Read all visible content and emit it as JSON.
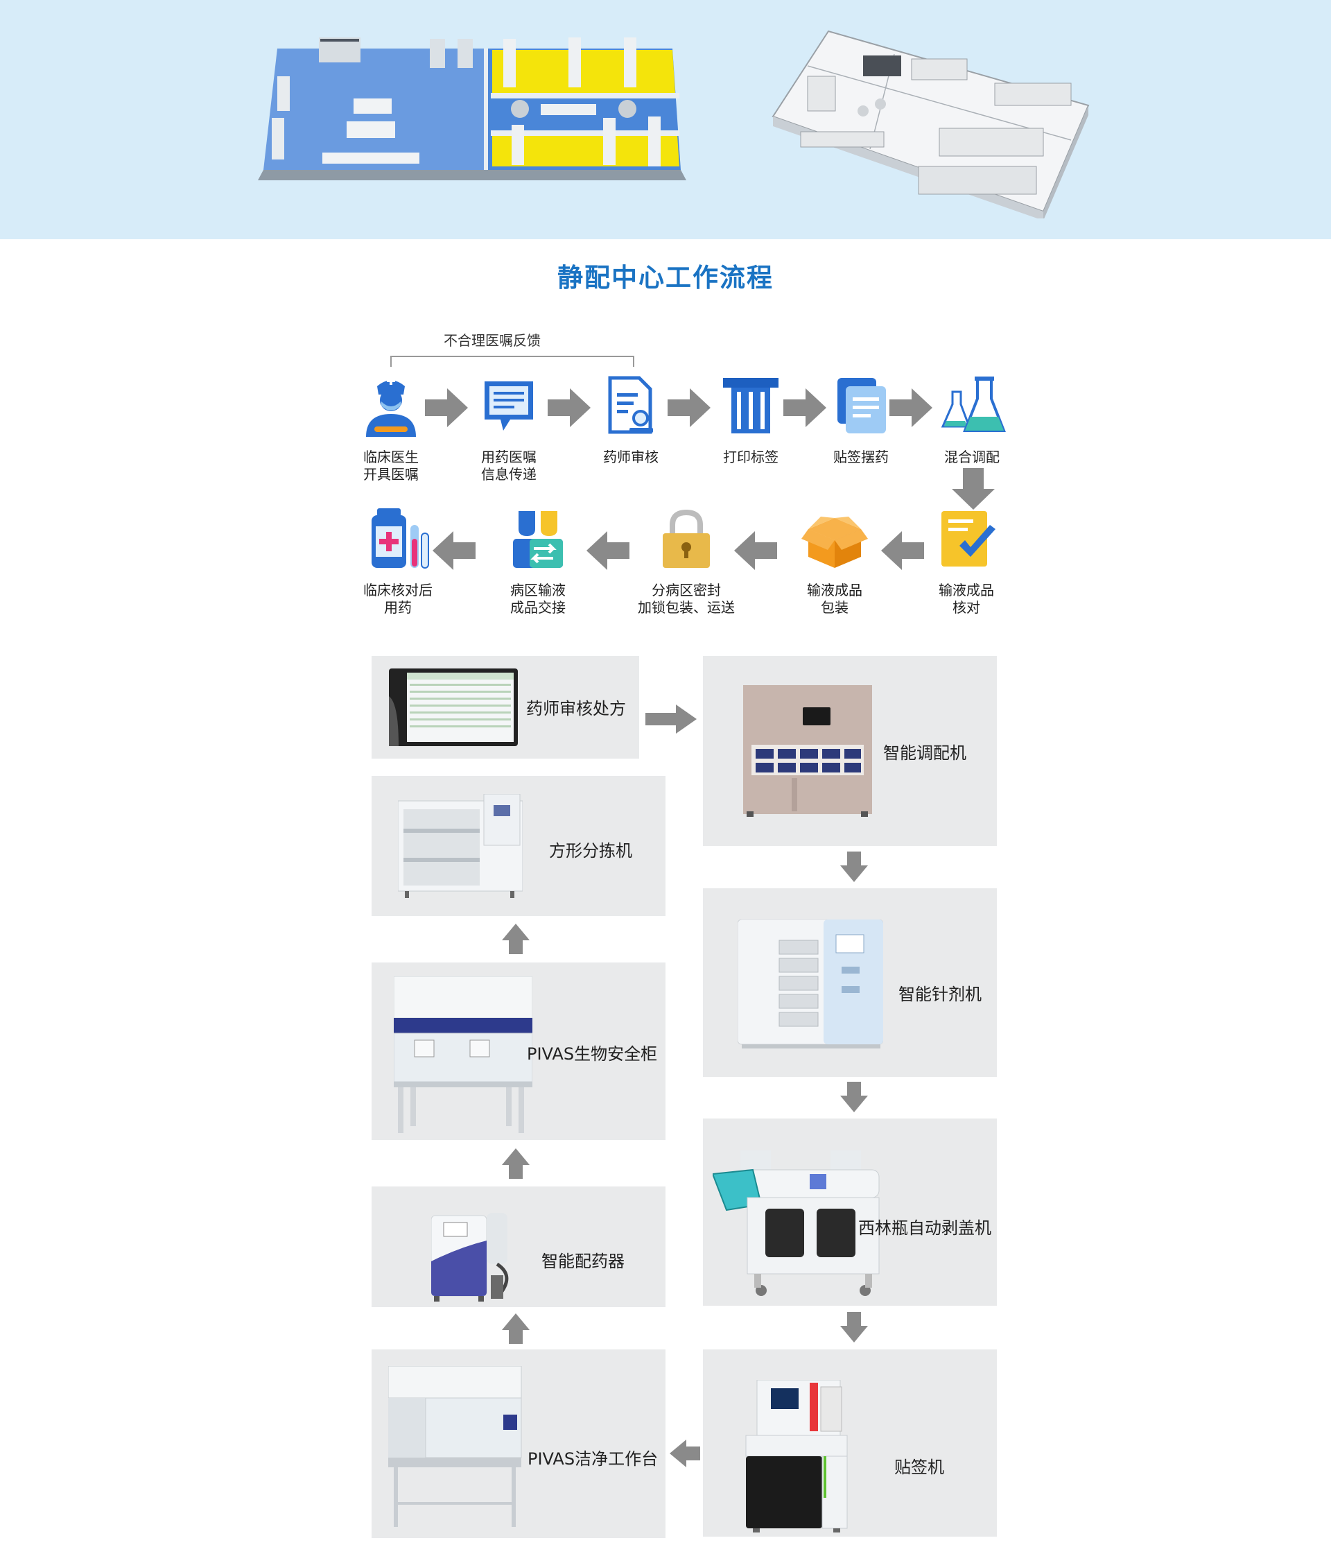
{
  "section_title": "静配中心工作流程",
  "feedback_label": "不合理医嘱反馈",
  "flow_steps": [
    {
      "lines": [
        "临床医生",
        "开具医嘱"
      ]
    },
    {
      "lines": [
        "用药医嘱",
        "信息传递"
      ]
    },
    {
      "lines": [
        "药师审核"
      ]
    },
    {
      "lines": [
        "打印标签"
      ]
    },
    {
      "lines": [
        "贴签摆药"
      ]
    },
    {
      "lines": [
        "混合调配"
      ]
    },
    {
      "lines": [
        "输液成品",
        "核对"
      ]
    },
    {
      "lines": [
        "输液成品",
        "包装"
      ]
    },
    {
      "lines": [
        "分病区密封",
        "加锁包装、运送"
      ]
    },
    {
      "lines": [
        "病区输液",
        "成品交接"
      ]
    },
    {
      "lines": [
        "临床核对后",
        "用药"
      ]
    }
  ],
  "equipment": [
    {
      "label": "药师审核处方"
    },
    {
      "label": "智能调配机"
    },
    {
      "label": "方形分拣机"
    },
    {
      "label": "智能针剂机"
    },
    {
      "label": "PIVAS生物安全柜"
    },
    {
      "label": "西林瓶自动剥盖机"
    },
    {
      "label": "智能配药器"
    },
    {
      "label": "贴签机"
    },
    {
      "label": "PIVAS洁净工作台"
    }
  ],
  "colors": {
    "title_blue": "#1a73c3",
    "hero_bg": "#d7ecf9",
    "card_bg": "#e9eaeb",
    "arrow_gray": "#8a8a8a",
    "icon_blue": "#2a6fd1",
    "icon_orange": "#f39a1e",
    "icon_teal": "#3cbfb0"
  }
}
